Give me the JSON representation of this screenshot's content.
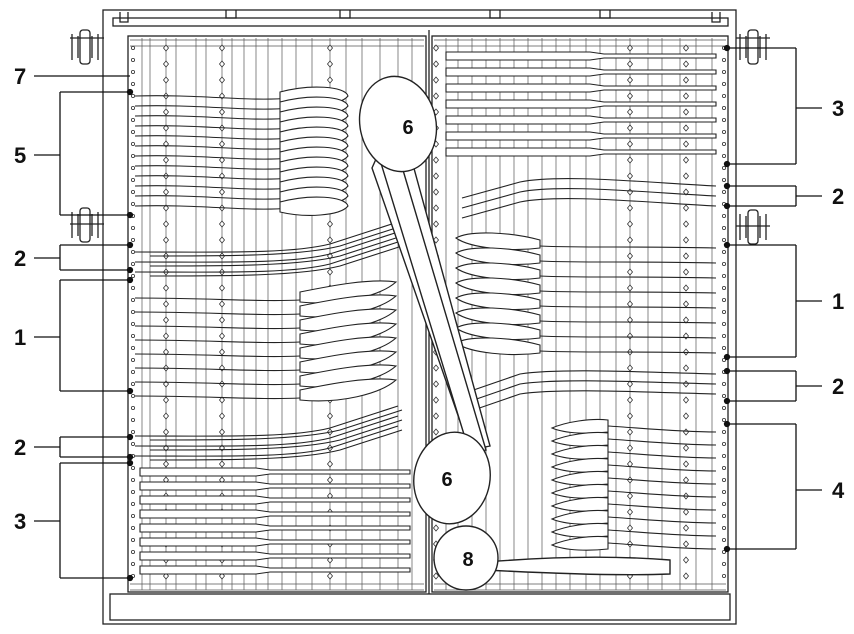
{
  "left_callouts": [
    {
      "label": "7"
    },
    {
      "label": "5"
    },
    {
      "label": "2"
    },
    {
      "label": "1"
    },
    {
      "label": "2"
    },
    {
      "label": "3"
    }
  ],
  "right_callouts": [
    {
      "label": "3"
    },
    {
      "label": "2"
    },
    {
      "label": "1"
    },
    {
      "label": "2"
    },
    {
      "label": "4"
    }
  ],
  "utensil_labels": [
    {
      "label": "6"
    },
    {
      "label": "6"
    },
    {
      "label": "8"
    }
  ]
}
